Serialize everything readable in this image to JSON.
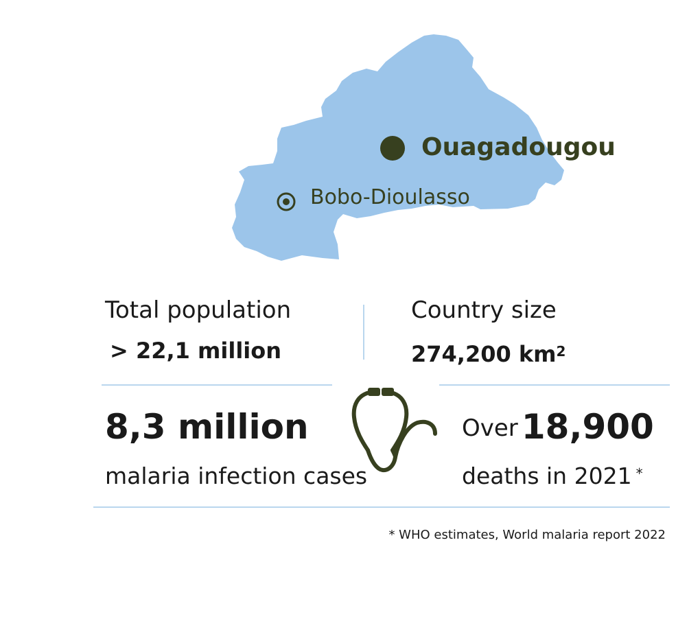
{
  "colors": {
    "country_fill": "#9cc5ea",
    "dark_olive": "#37401f",
    "divider": "#b9d6ee",
    "text": "#1a1a1a"
  },
  "map": {
    "capital": {
      "name": "Ouagadougou",
      "marker": "filled-circle"
    },
    "city": {
      "name": "Bobo-Dioulasso",
      "marker": "circle-dot"
    }
  },
  "stats": {
    "population": {
      "label": "Total  population",
      "value": "> 22,1 million"
    },
    "size": {
      "label": "Country size",
      "value": "274,200 km",
      "unit_sup": "2"
    },
    "cases": {
      "value": "8,3 million",
      "label": "malaria infection cases"
    },
    "deaths": {
      "prefix": "Over",
      "value": "18,900",
      "label": "deaths in 2021",
      "mark": "*"
    }
  },
  "icons": {
    "stethoscope": "stethoscope-icon"
  },
  "footnote": "* WHO estimates, World malaria report 2022"
}
